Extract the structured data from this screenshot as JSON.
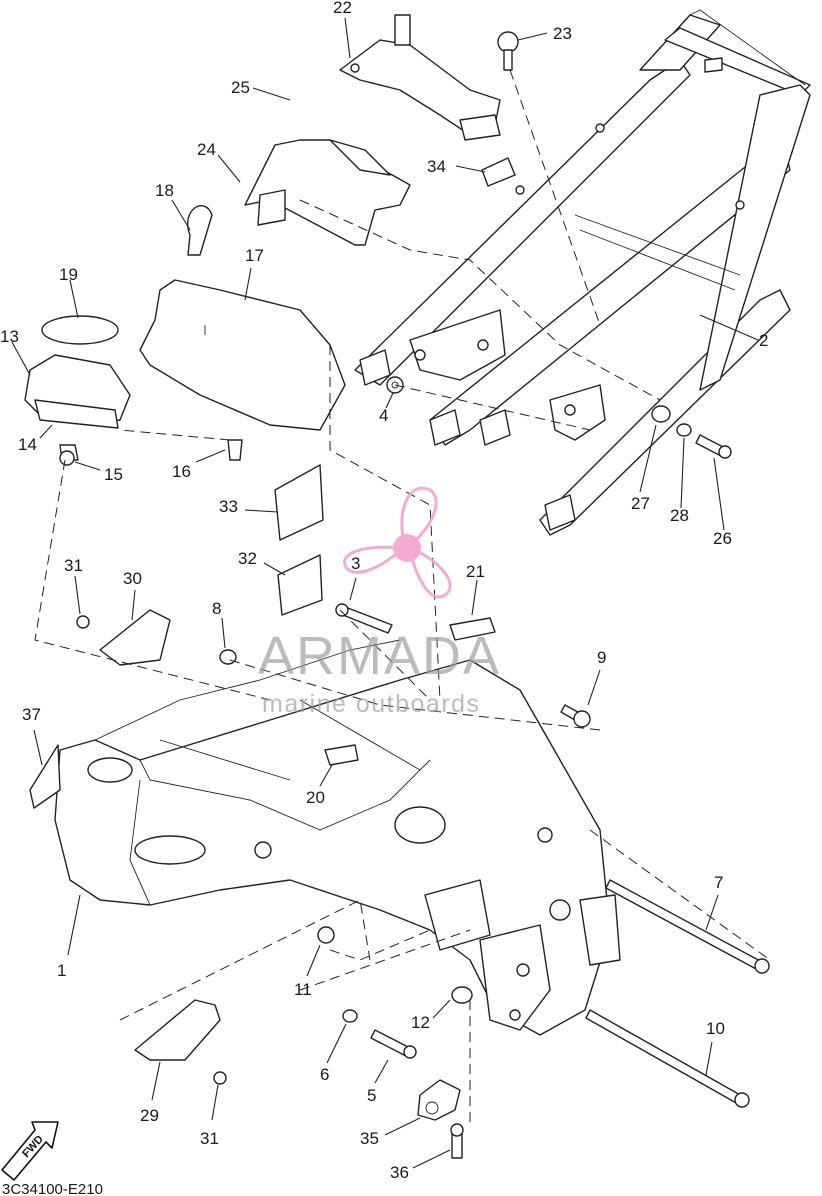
{
  "drawing_code": "3C34100-E210",
  "fwd_label": "FWD",
  "watermark": {
    "brand": "ARMADA",
    "tagline": "marine outboards",
    "brand_color": "#9b9b9b",
    "accent_color": "#f2a3cf",
    "accent_dark": "#d96aa8"
  },
  "callouts": [
    {
      "number": "1"
    },
    {
      "number": "2"
    },
    {
      "number": "3"
    },
    {
      "number": "4"
    },
    {
      "number": "5"
    },
    {
      "number": "6"
    },
    {
      "number": "7"
    },
    {
      "number": "8"
    },
    {
      "number": "9"
    },
    {
      "number": "10"
    },
    {
      "number": "11"
    },
    {
      "number": "12"
    },
    {
      "number": "13"
    },
    {
      "number": "14"
    },
    {
      "number": "15"
    },
    {
      "number": "16"
    },
    {
      "number": "17"
    },
    {
      "number": "18"
    },
    {
      "number": "19"
    },
    {
      "number": "20"
    },
    {
      "number": "21"
    },
    {
      "number": "22"
    },
    {
      "number": "23"
    },
    {
      "number": "24"
    },
    {
      "number": "25"
    },
    {
      "number": "26"
    },
    {
      "number": "27"
    },
    {
      "number": "28"
    },
    {
      "number": "29"
    },
    {
      "number": "30"
    },
    {
      "number": "31"
    },
    {
      "number": "31"
    },
    {
      "number": "32"
    },
    {
      "number": "33"
    },
    {
      "number": "34"
    },
    {
      "number": "35"
    },
    {
      "number": "36"
    },
    {
      "number": "37"
    }
  ]
}
